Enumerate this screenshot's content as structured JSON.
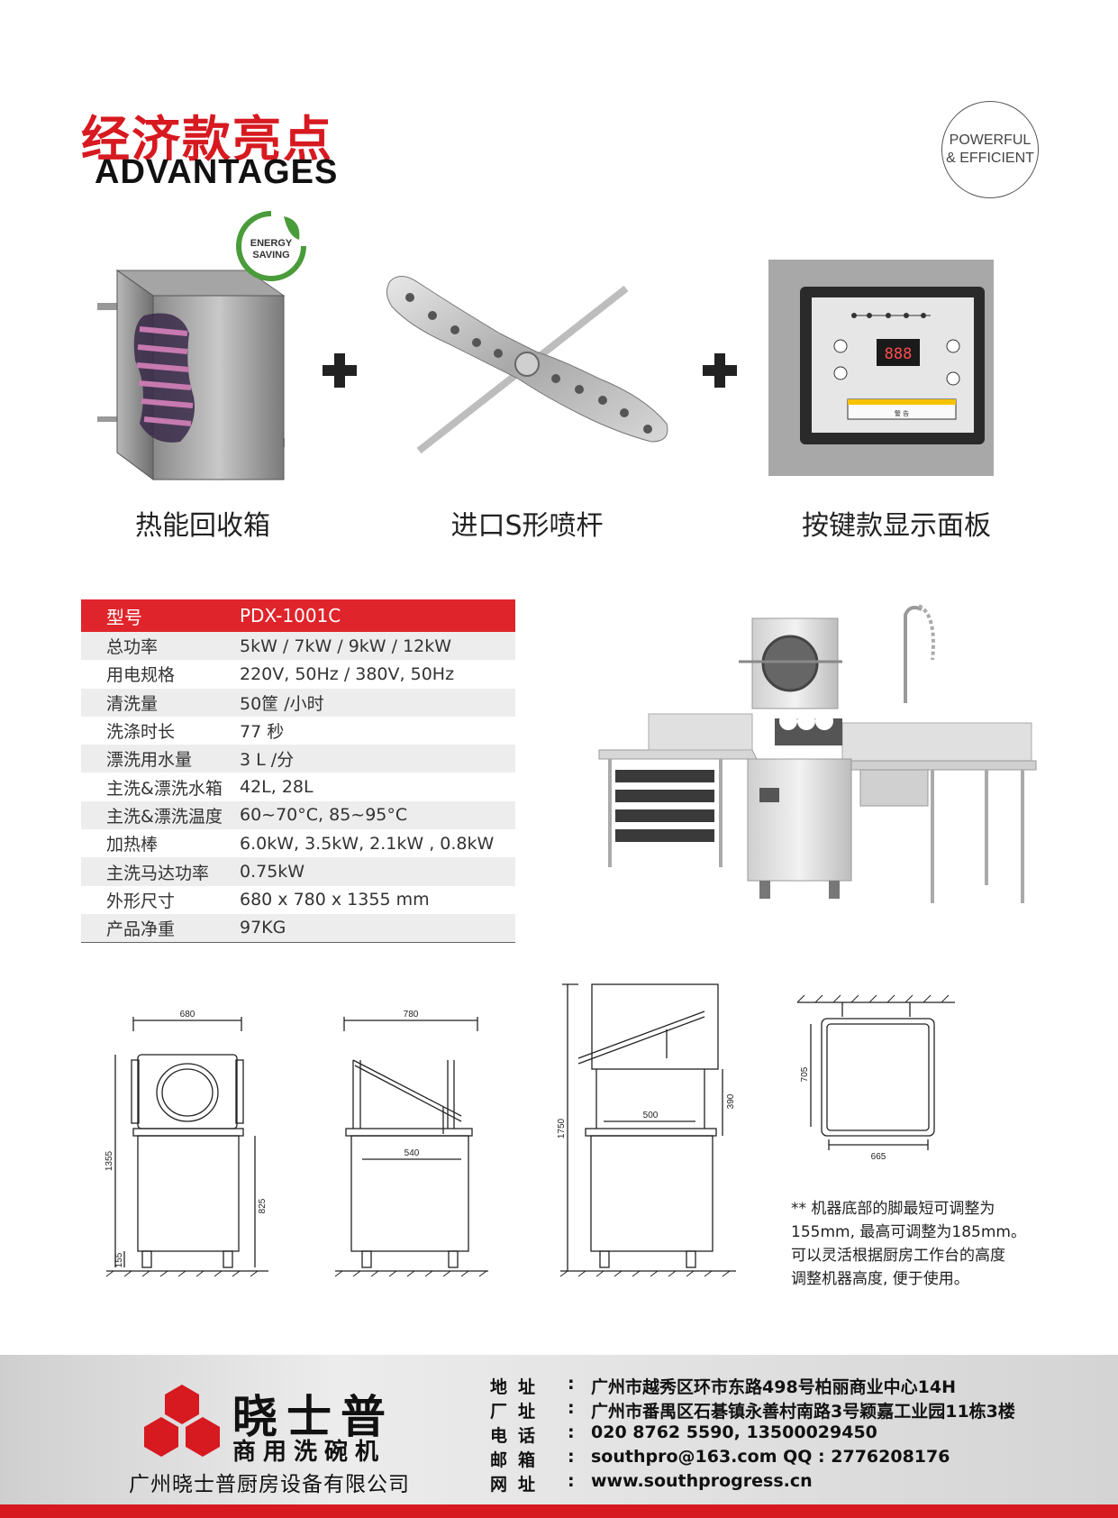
{
  "heading": {
    "cn": "经济款亮点",
    "en": "ADVANTAGES"
  },
  "badge": {
    "line1": "POWERFUL",
    "line2": "& EFFICIENT"
  },
  "energy_badge": {
    "line1": "ENERGY",
    "line2": "SAVING"
  },
  "features": [
    {
      "label": "热能回收箱"
    },
    {
      "label": "进口S形喷杆"
    },
    {
      "label": "按键款显示面板"
    }
  ],
  "panel": {
    "display": "888",
    "warning": "警 告"
  },
  "specs": {
    "header": {
      "key": "型号",
      "value": "PDX-1001C"
    },
    "rows": [
      {
        "key": "总功率",
        "value": "5kW / 7kW / 9kW / 12kW"
      },
      {
        "key": "用电规格",
        "value": "220V, 50Hz / 380V, 50Hz"
      },
      {
        "key": "清洗量",
        "value": "50筐 /小时"
      },
      {
        "key": "洗涤时长",
        "value": "77 秒"
      },
      {
        "key": "漂洗用水量",
        "value": "3 L /分"
      },
      {
        "key": "主洗&漂洗水箱",
        "value": "42L, 28L"
      },
      {
        "key": "主洗&漂洗温度",
        "value": "60~70°C, 85~95°C"
      },
      {
        "key": "加热棒",
        "value": "6.0kW, 3.5kW, 2.1kW , 0.8kW"
      },
      {
        "key": "主洗马达功率",
        "value": "0.75kW"
      },
      {
        "key": "外形尺寸",
        "value": "680 x 780 x 1355 mm"
      },
      {
        "key": "产品净重",
        "value": "97KG"
      }
    ]
  },
  "dimensions": {
    "front": {
      "width": "680",
      "height": "1355",
      "table": "825",
      "foot": "155"
    },
    "side": {
      "width": "780",
      "inner": "540"
    },
    "open": {
      "height": "1750",
      "opening": "390",
      "inner": "500"
    },
    "top": {
      "depth": "705",
      "width": "665"
    }
  },
  "note": [
    "** 机器底部的脚最短可调整为",
    "155mm, 最高可调整为185mm。",
    "可以灵活根据厨房工作台的高度",
    "调整机器高度, 便于使用。"
  ],
  "footer": {
    "brand_cn": "晓士普",
    "brand_sub": "商用洗碗机",
    "company": "广州晓士普厨房设备有限公司",
    "contacts": [
      {
        "key": "地址",
        "sep": ":",
        "value": "广州市越秀区环市东路498号柏丽商业中心14H"
      },
      {
        "key": "厂址",
        "sep": ":",
        "value": "广州市番禺区石碁镇永善村南路3号颖嘉工业园11栋3楼"
      },
      {
        "key": "电话",
        "sep": ":",
        "value": "020 8762 5590, 13500029450"
      },
      {
        "key": "邮箱",
        "sep": ":",
        "value": "southpro@163.com   QQ : 2776208176"
      },
      {
        "key": "网址",
        "sep": ":",
        "value": "www.southprogress.cn"
      }
    ]
  },
  "colors": {
    "accent": "#d71920",
    "table_header": "#e0242b",
    "energy_green": "#4a9b3a"
  }
}
